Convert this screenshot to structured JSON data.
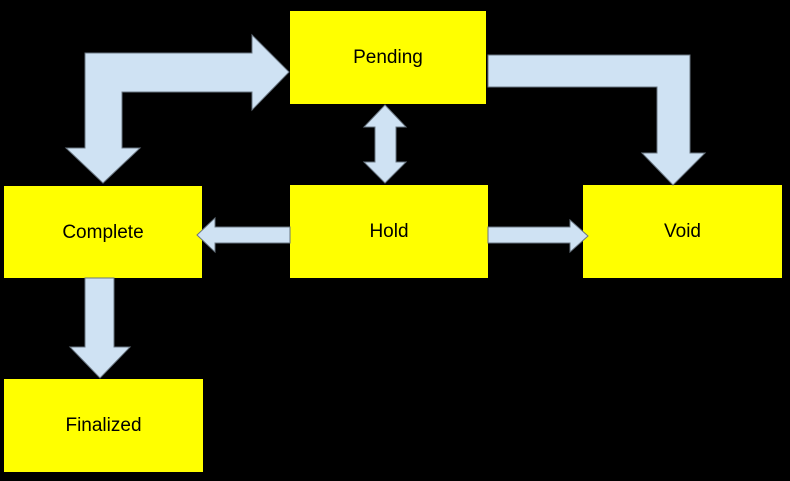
{
  "diagram": {
    "nodes": [
      {
        "id": "pending",
        "label": "Pending"
      },
      {
        "id": "complete",
        "label": "Complete"
      },
      {
        "id": "hold",
        "label": "Hold"
      },
      {
        "id": "void",
        "label": "Void"
      },
      {
        "id": "finalized",
        "label": "Finalized"
      }
    ],
    "edges": [
      {
        "from": "complete",
        "to": "pending",
        "bidirectional": true,
        "style": "bent-elbow"
      },
      {
        "from": "pending",
        "to": "void",
        "bidirectional": false,
        "style": "bent-elbow"
      },
      {
        "from": "pending",
        "to": "hold",
        "bidirectional": true,
        "style": "straight-vertical"
      },
      {
        "from": "hold",
        "to": "complete",
        "bidirectional": false,
        "style": "straight-horizontal"
      },
      {
        "from": "hold",
        "to": "void",
        "bidirectional": false,
        "style": "straight-horizontal"
      },
      {
        "from": "complete",
        "to": "finalized",
        "bidirectional": false,
        "style": "straight-vertical"
      }
    ],
    "colors": {
      "background": "#000000",
      "node_fill": "#ffff00",
      "node_text": "#000000",
      "arrow_fill": "#cfe2f3"
    }
  }
}
